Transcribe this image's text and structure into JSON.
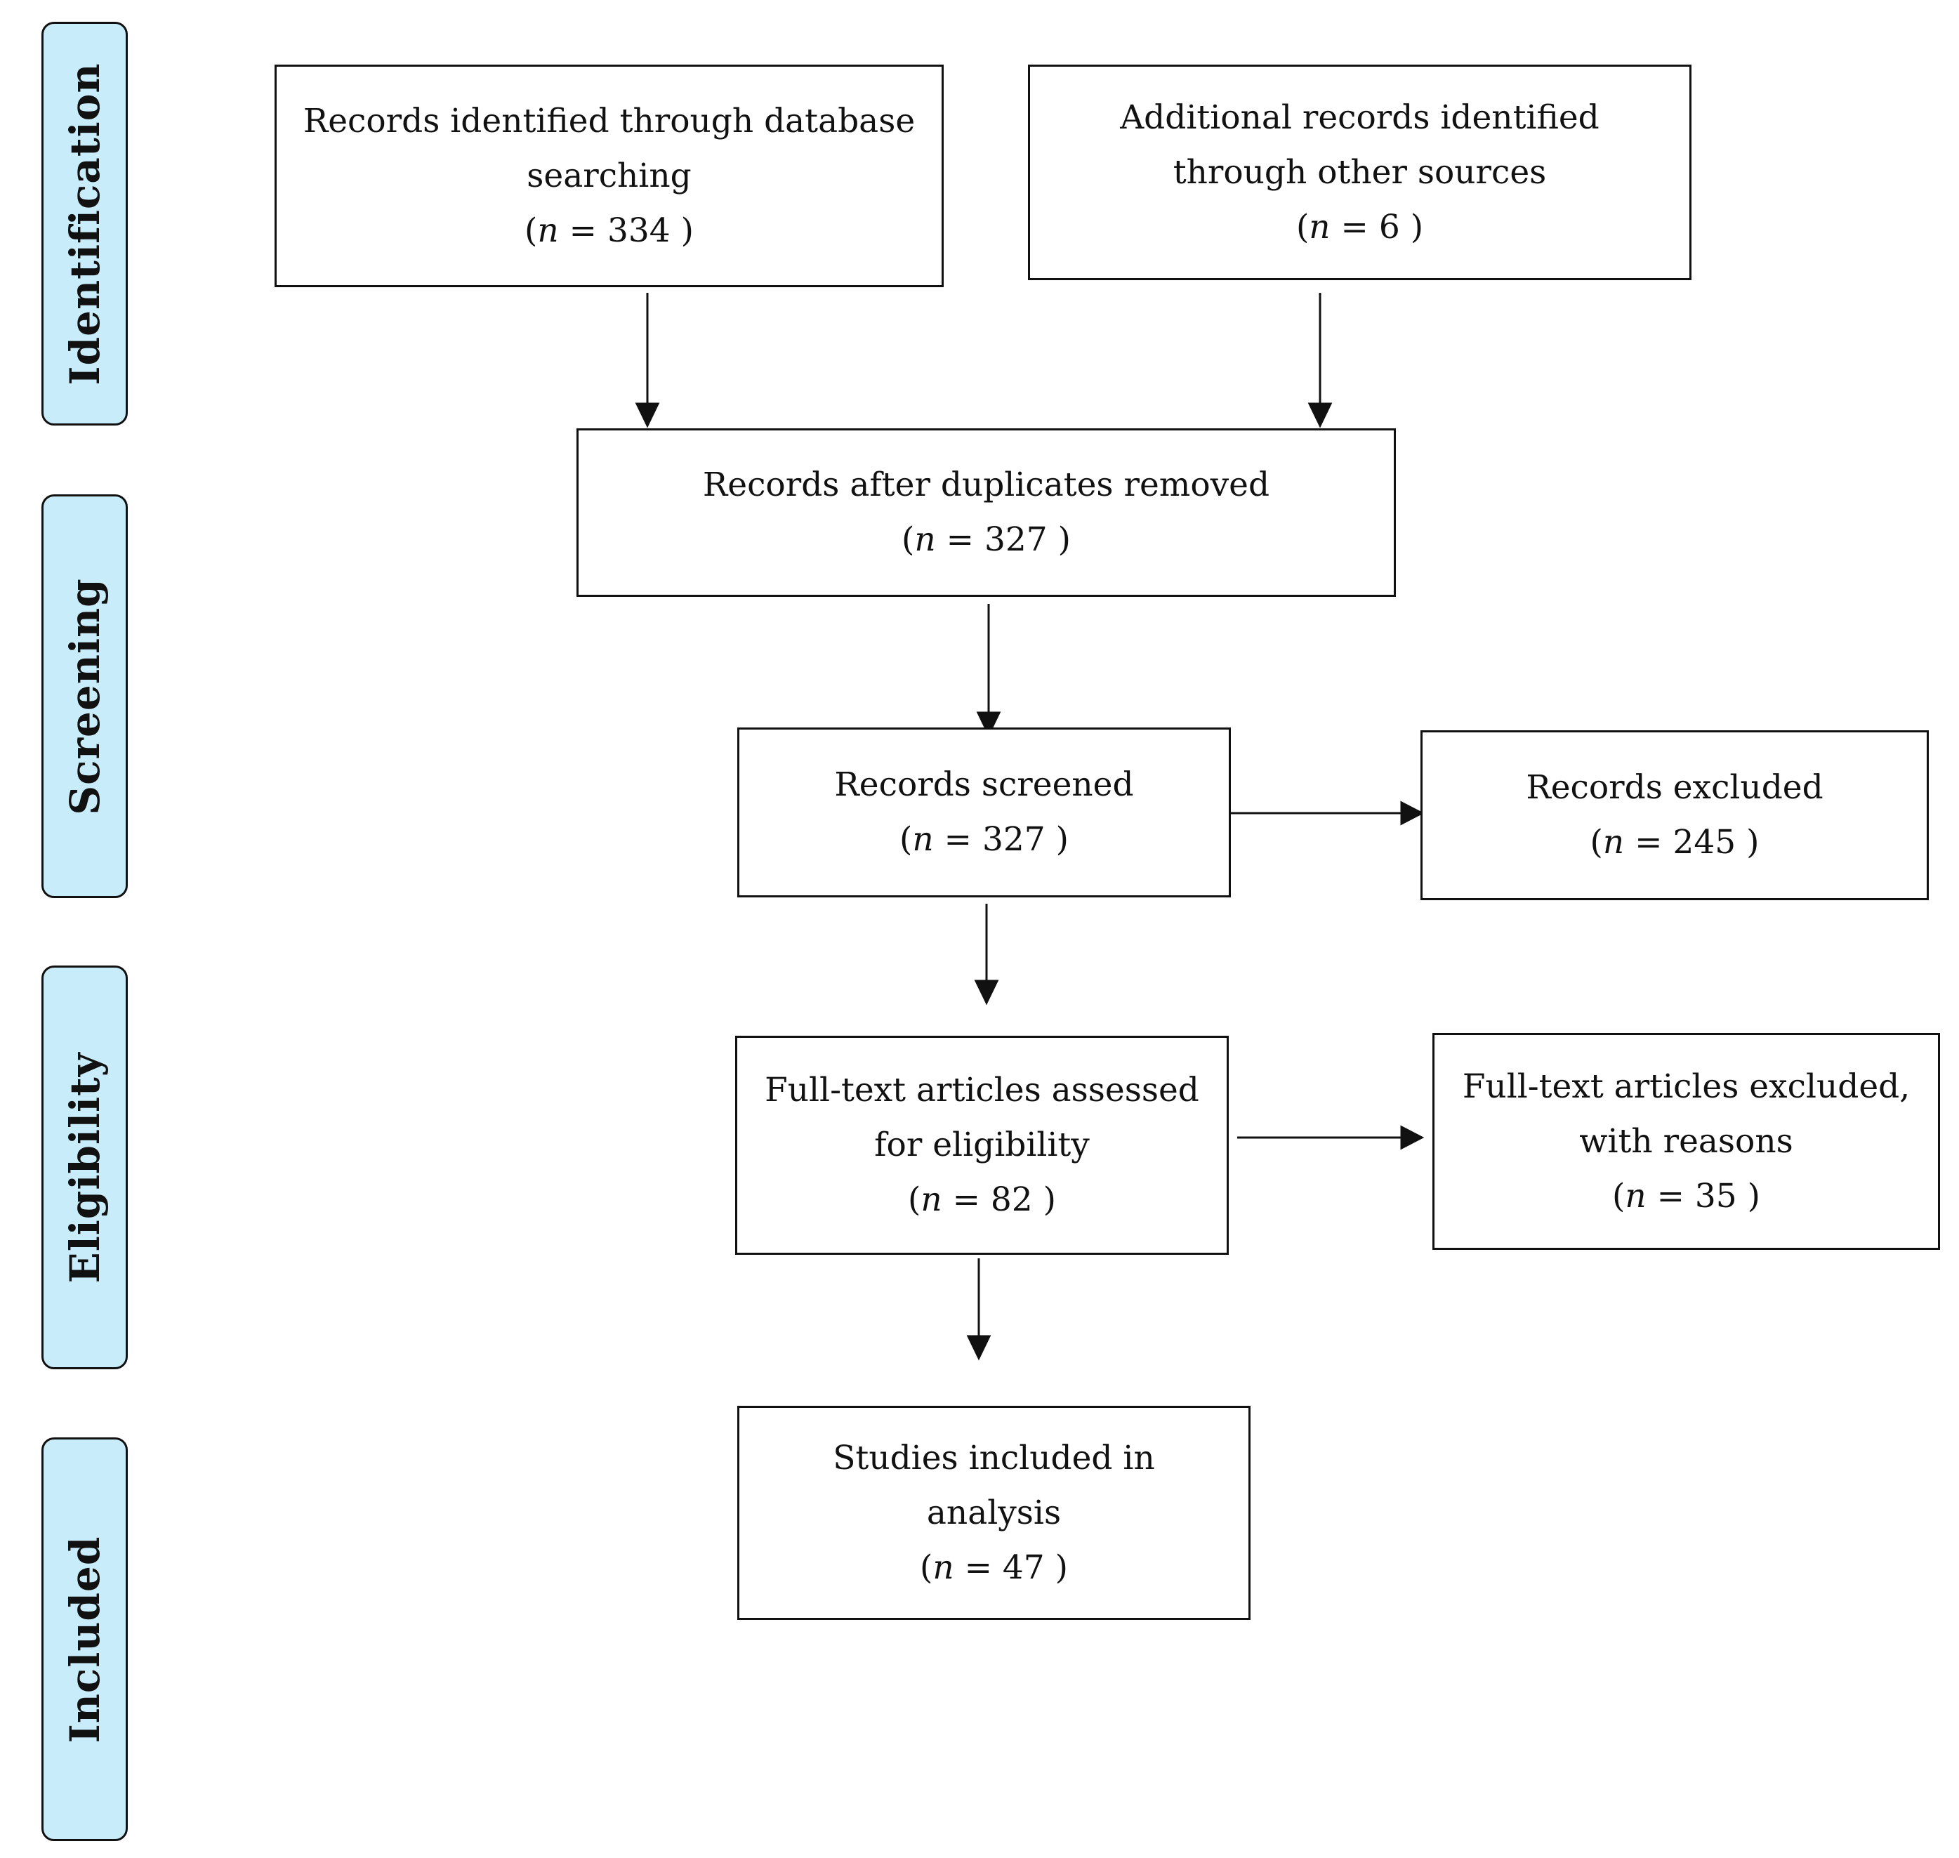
{
  "stages": {
    "identification": "Identification",
    "screening": "Screening",
    "eligibility": "Eligibility",
    "included": "Included"
  },
  "boxes": {
    "database_search": {
      "line1": "Records identified through database",
      "line2": "searching",
      "n": "334"
    },
    "other_sources": {
      "line1": "Additional records identified",
      "line2": "through other sources",
      "n": "6"
    },
    "duplicates_removed": {
      "line1": "Records after duplicates removed",
      "n": "327"
    },
    "screened": {
      "line1": "Records screened",
      "n": "327"
    },
    "excluded": {
      "line1": "Records excluded",
      "n": "245"
    },
    "fulltext_assessed": {
      "line1": "Full-text articles assessed",
      "line2": "for eligibility",
      "n": "82"
    },
    "fulltext_excluded": {
      "line1": "Full-text articles excluded,",
      "line2": "with reasons",
      "n": "35"
    },
    "included": {
      "line1": "Studies included in",
      "line2": "analysis",
      "n": "47"
    }
  },
  "count_prefix": "n",
  "count_equals": " = ",
  "colors": {
    "stage_fill": "#c8ecfa",
    "stroke": "#111111"
  }
}
